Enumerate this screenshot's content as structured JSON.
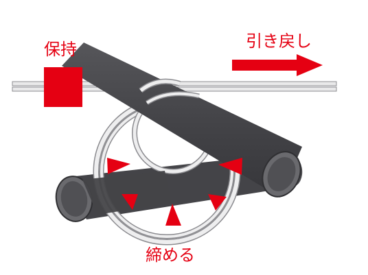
{
  "labels": {
    "hold": "保持",
    "pull_back": "引き戻し",
    "tighten": "締める"
  },
  "colors": {
    "accent_red": "#e50012",
    "rod_dark": "#444448",
    "rod_shadow": "#2e2e31",
    "wire_light": "#e9e9ea",
    "wire_outline": "#8c8c90",
    "background": "#ffffff"
  },
  "icons": {
    "hold_clamp": "red-rectangle",
    "pull_direction": "right-arrow",
    "tighten_direction": "inward-triangles"
  }
}
